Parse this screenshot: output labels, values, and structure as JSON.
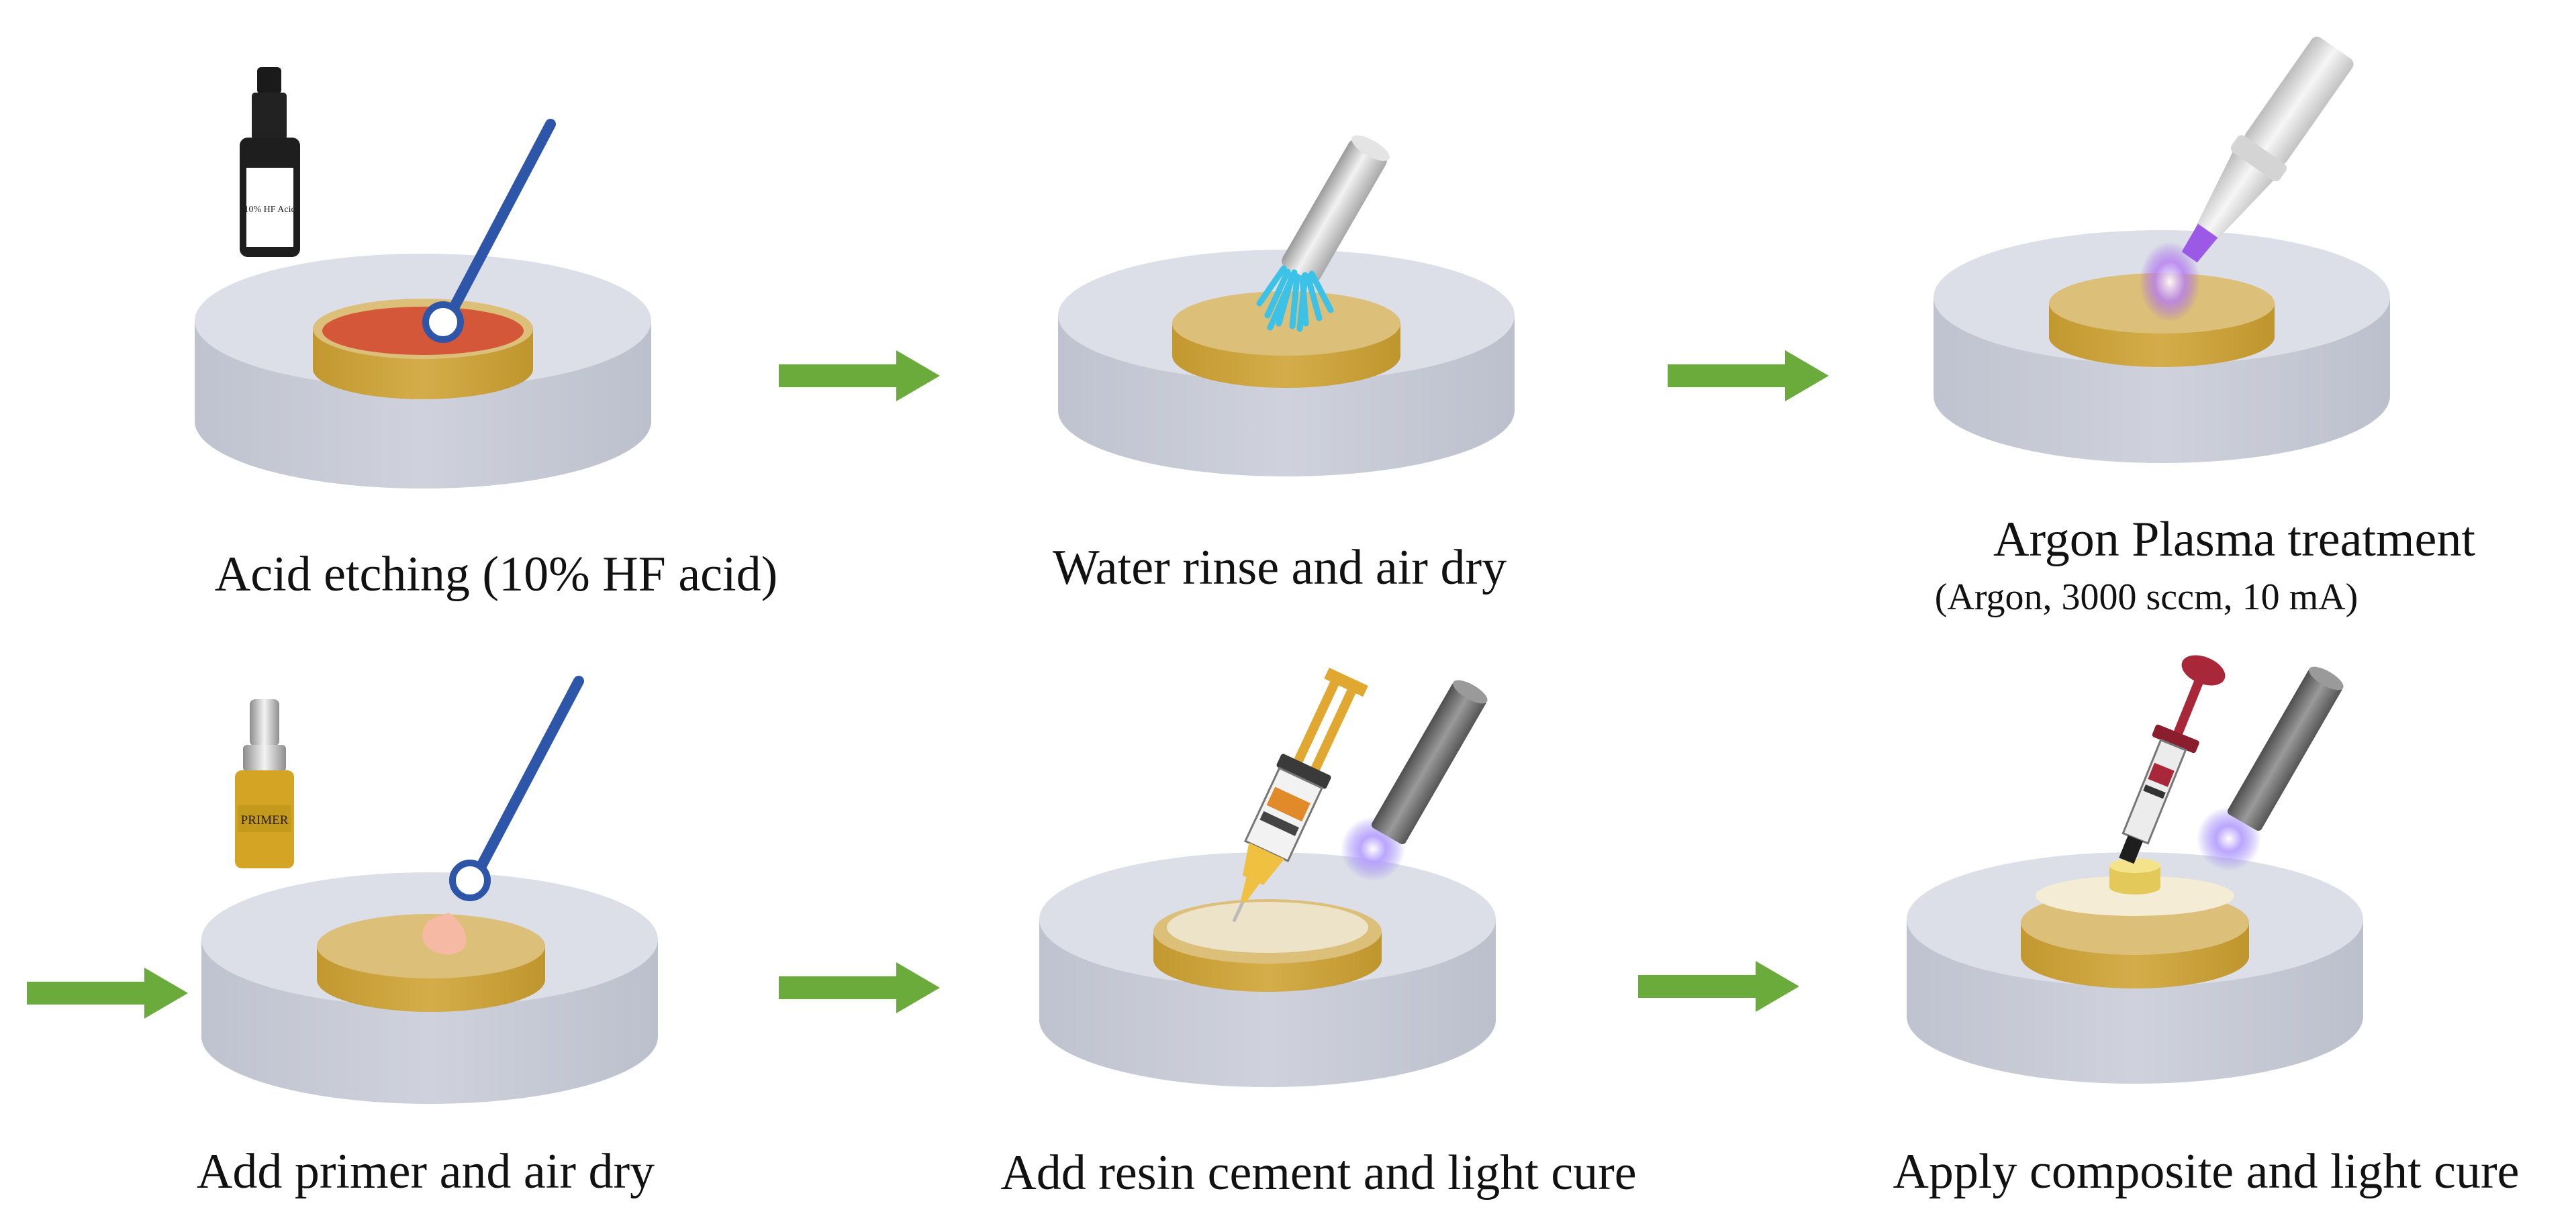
{
  "steps": [
    {
      "caption": "Acid etching (10% HF acid)",
      "bottle_label": "10% HF Acid"
    },
    {
      "caption": "Water rinse and air dry"
    },
    {
      "caption": "Argon Plasma treatment",
      "subcaption": "(Argon, 3000 sccm, 10 mA)"
    },
    {
      "caption": "Add primer and air dry",
      "bottle_label": "PRIMER"
    },
    {
      "caption": "Add resin cement and light cure"
    },
    {
      "caption": "Apply composite and light cure"
    }
  ],
  "colors": {
    "mount_top": "#dcdfe8",
    "mount_side": "#c7cad6",
    "disc_top": "#dcc07a",
    "disc_side": "#c9a23c",
    "etchant": "#d4573a",
    "arrow": "#6aab3b",
    "probe": "#2e56a8",
    "brush_bristle": "#3cc2e6",
    "plasma": "#a367e6",
    "cure_light": "#a890f5",
    "cement": "#ece3c8",
    "composite": "#eed97e",
    "syringe_gold": "#e0a830",
    "syringe_red": "#a8283a"
  },
  "icons": [
    "hf-acid-bottle-icon",
    "primer-bottle-icon",
    "dental-probe-icon",
    "air-brush-icon",
    "plasma-pen-icon",
    "curing-light-icon",
    "cement-syringe-icon",
    "composite-syringe-icon",
    "process-arrow-icon"
  ]
}
